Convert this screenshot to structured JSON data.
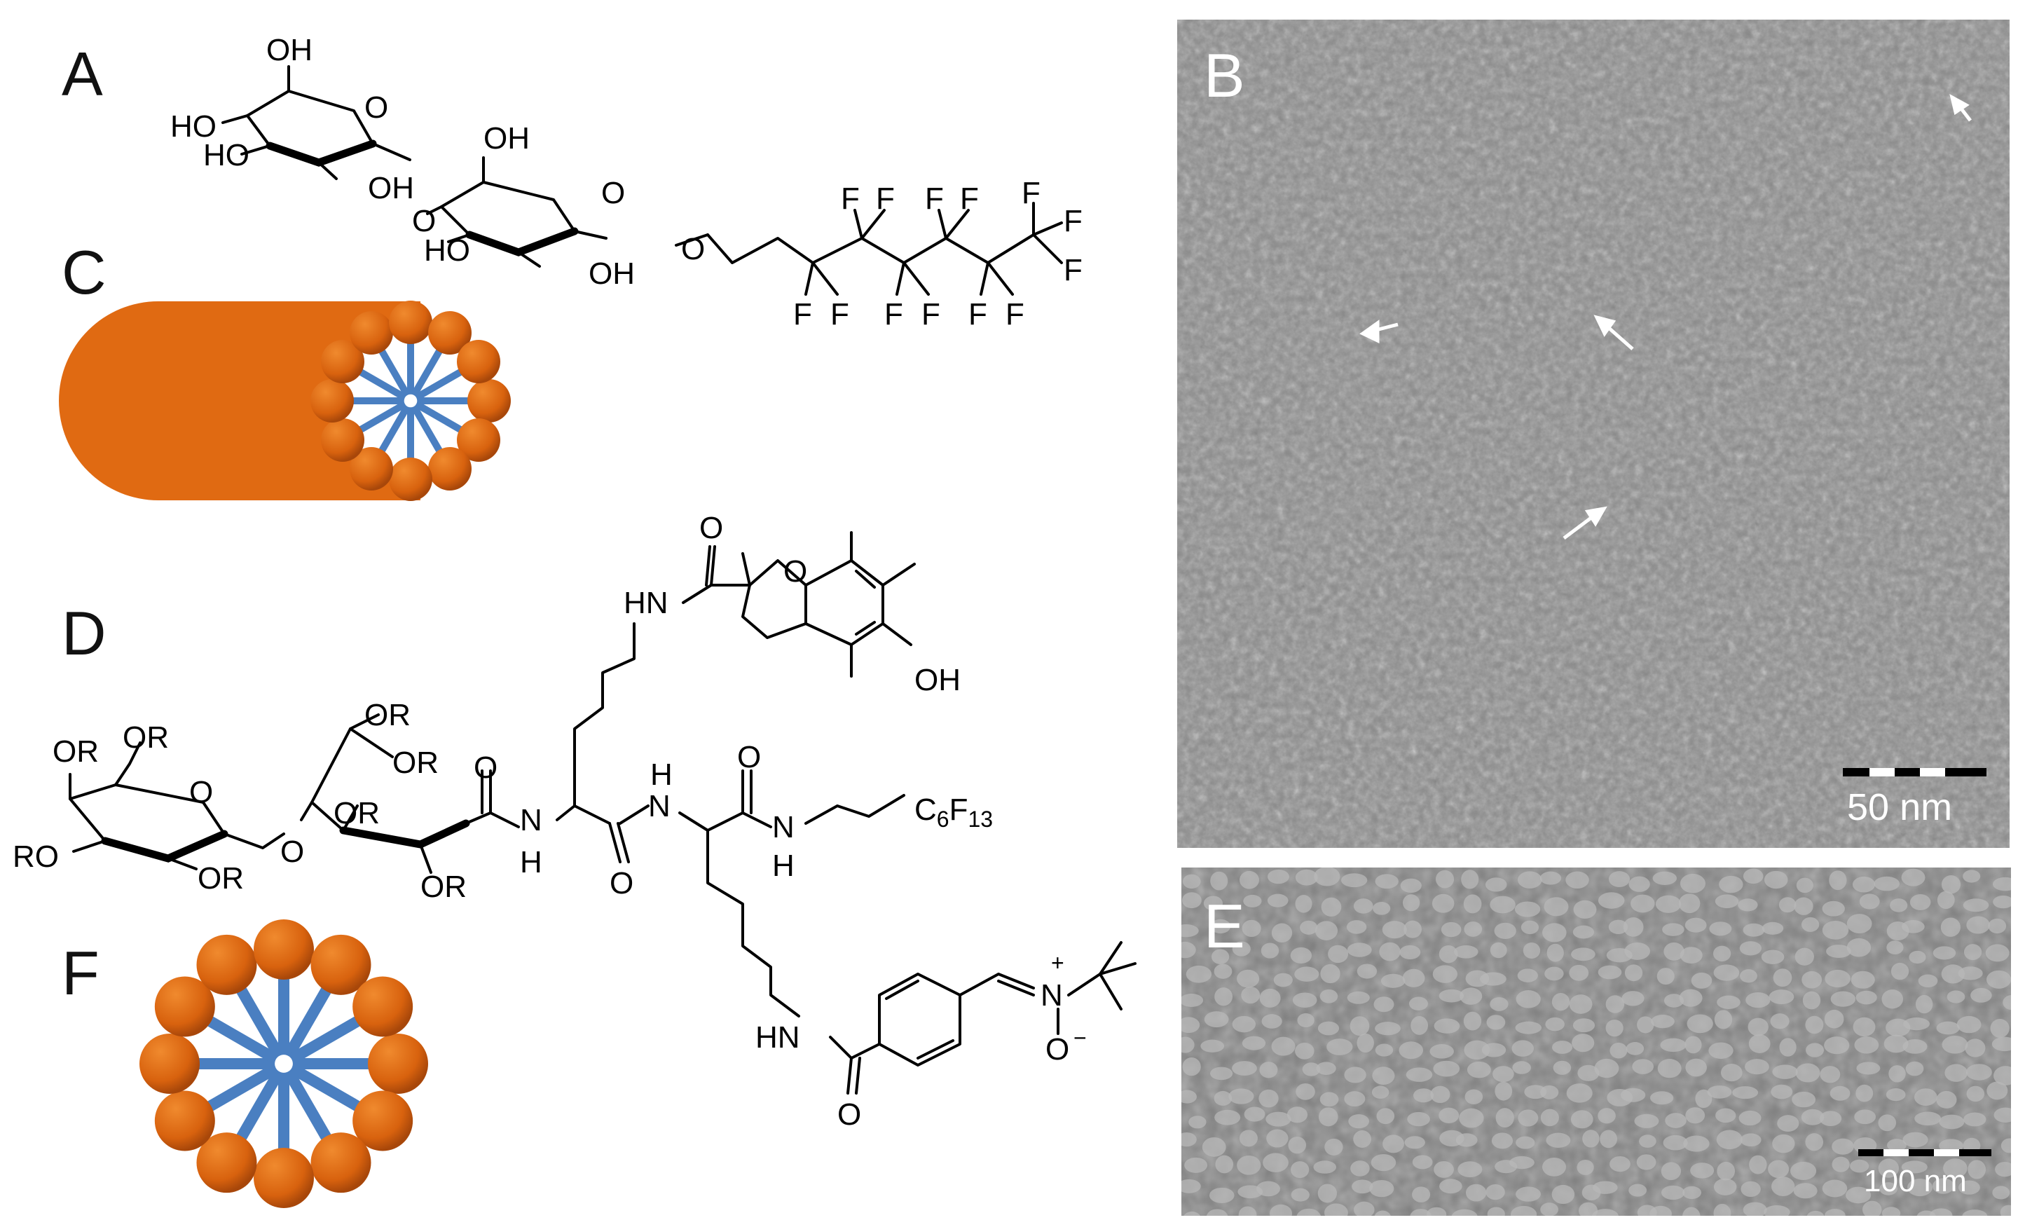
{
  "panels": {
    "A": "A",
    "B": "B",
    "C": "C",
    "D": "D",
    "E": "E",
    "F": "F"
  },
  "structure_A": {
    "oh": "OH",
    "ho": "HO",
    "o": "O",
    "f": "F"
  },
  "structure_D": {
    "or": "OR",
    "ro": "RO",
    "o": "O",
    "oh": "OH",
    "hn": "HN",
    "h": "H",
    "n": "N",
    "c6f13_c": "C",
    "c6f13_6": "6",
    "c6f13_f": "F",
    "c6f13_13": "13",
    "n_plus": "+",
    "o_minus": "−"
  },
  "micrograph_B": {
    "scale_label": "50 nm"
  },
  "micrograph_E": {
    "scale_label": "100 nm"
  },
  "colors": {
    "micelle_orange": "#E06A12",
    "micelle_blue": "#4A7FC1",
    "tem_gray": "#8A8A8A"
  }
}
